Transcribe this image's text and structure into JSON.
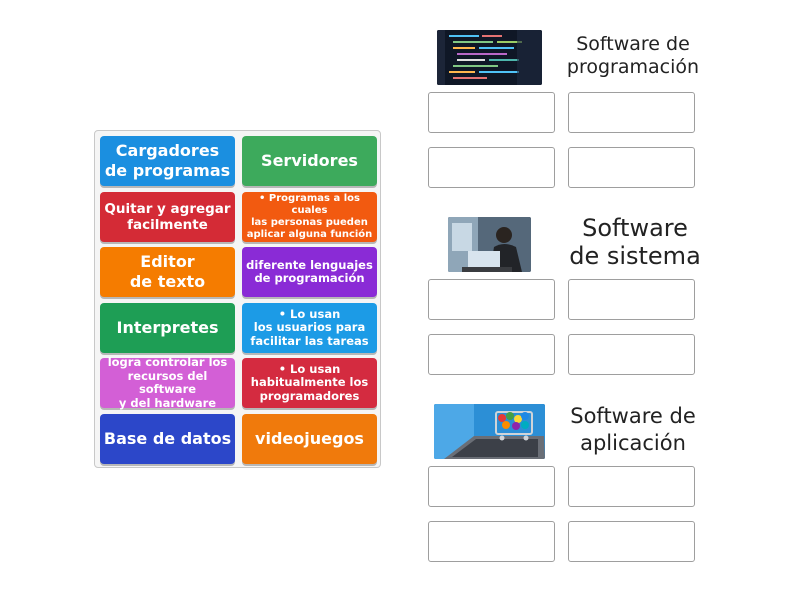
{
  "tiles": [
    {
      "label": "Cargadores\nde programas",
      "color": "#1b8fe0"
    },
    {
      "label": "Servidores",
      "color": "#3daa5c"
    },
    {
      "label": "Quitar y agregar\nfacilmente",
      "color": "#d42b36"
    },
    {
      "label": "• Programas a los cuales\nlas personas pueden\naplicar alguna función",
      "color": "#f25a10"
    },
    {
      "label": "Editor\nde texto",
      "color": "#f57c00"
    },
    {
      "label": "diferente lenguajes\nde programación",
      "color": "#8a2bd6"
    },
    {
      "label": "Interpretes",
      "color": "#1e9e55"
    },
    {
      "label": "• Lo usan\nlos usuarios para\nfacilitar las tareas",
      "color": "#1c9be6"
    },
    {
      "label": "logra controlar los\nrecursos del software\ny del hardware",
      "color": "#d35fd6"
    },
    {
      "label": "• Lo usan\nhabitualmente los\nprogramadores",
      "color": "#d42b40"
    },
    {
      "label": "Base de datos",
      "color": "#2c47c9"
    },
    {
      "label": "videojuegos",
      "color": "#f07a0c"
    }
  ],
  "groups": [
    {
      "title": "Software de\nprogramación",
      "image_icon": "code-screen-image"
    },
    {
      "title": "Software\nde sistema",
      "image_icon": "person-laptop-image"
    },
    {
      "title": "Software de\naplicación",
      "image_icon": "laptop-cart-image"
    }
  ]
}
